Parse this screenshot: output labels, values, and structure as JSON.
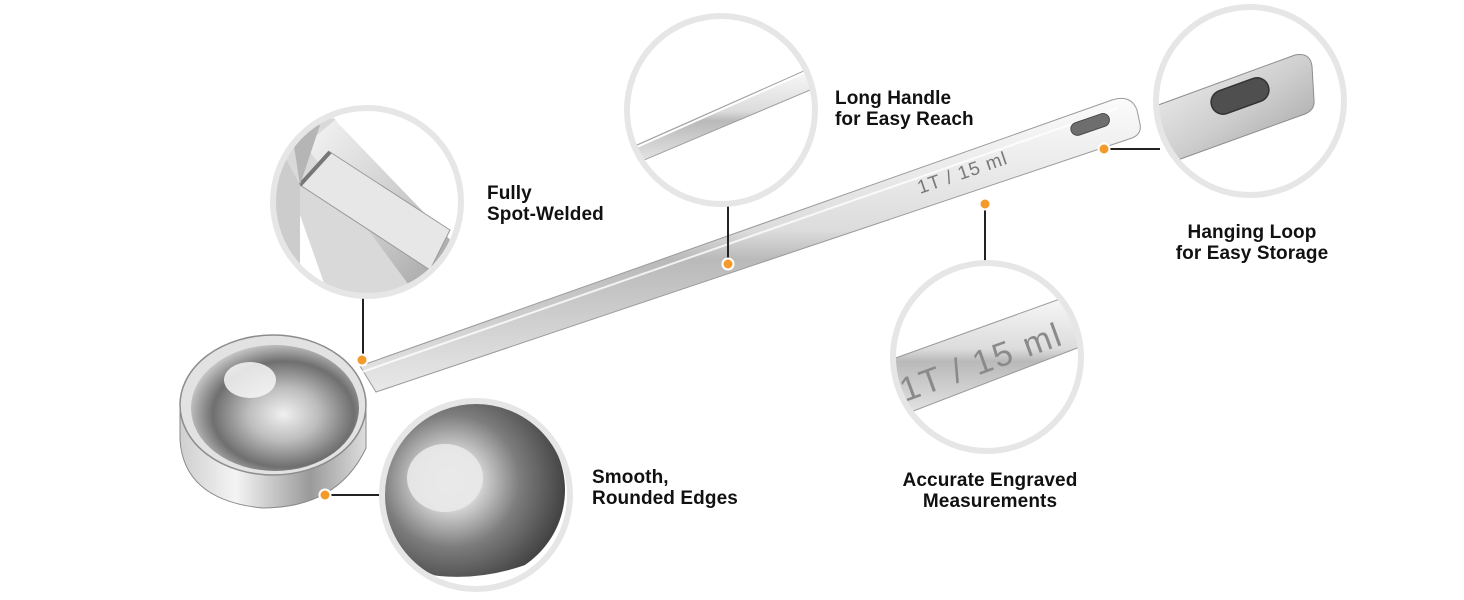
{
  "colors": {
    "accent_dot": "#f39a2b",
    "callout_line": "#222222",
    "circle_border": "#e6e6e6",
    "steel_light": "#f2f2f2",
    "steel_dark": "#8a8a8a"
  },
  "engraving": "1T / 15 ml",
  "callouts": [
    {
      "id": "welded",
      "lines": [
        "Fully",
        "Spot-Welded"
      ],
      "icon": "weld-joint-closeup"
    },
    {
      "id": "handle",
      "lines": [
        "Long Handle",
        "for Easy Reach"
      ],
      "icon": "handle-closeup"
    },
    {
      "id": "loop",
      "lines": [
        "Hanging Loop",
        "for Easy Storage"
      ],
      "icon": "hanging-loop-closeup"
    },
    {
      "id": "engraved",
      "lines": [
        "Accurate Engraved",
        "Measurements"
      ],
      "icon": "engraving-closeup"
    },
    {
      "id": "edges",
      "lines": [
        "Smooth,",
        "Rounded Edges"
      ],
      "icon": "bowl-edge-closeup"
    }
  ]
}
